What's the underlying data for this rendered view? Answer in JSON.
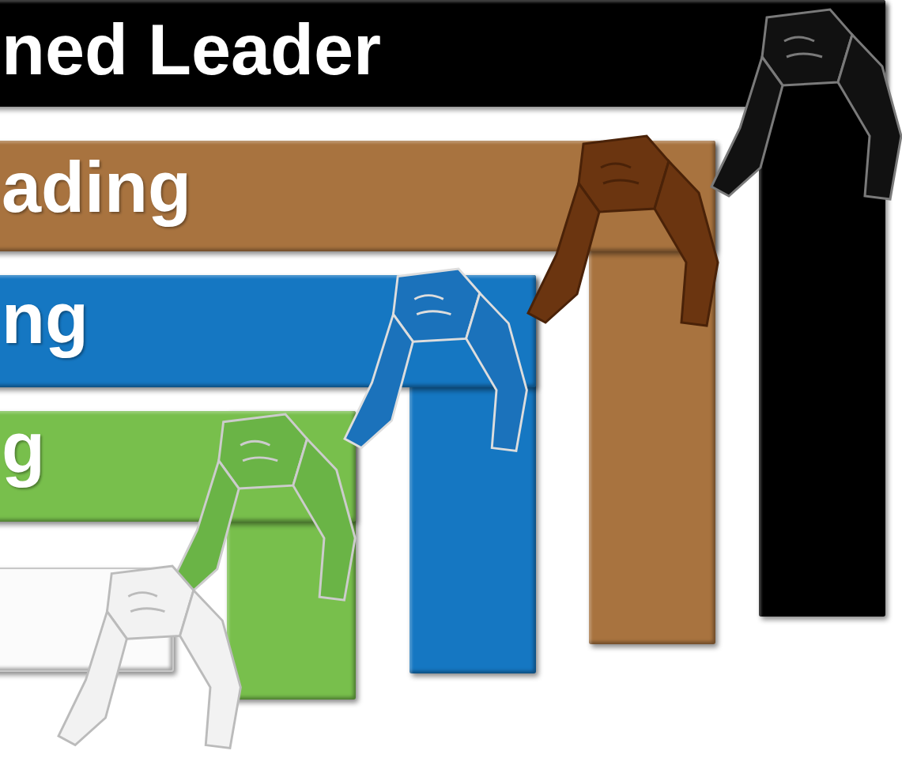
{
  "diagram": {
    "nodes": [
      {
        "text": [
          "ned Leader"
        ]
      },
      {
        "text": [
          "ading"
        ]
      },
      {
        "text": [
          "ng"
        ]
      },
      {
        "text": [
          "g"
        ]
      }
    ]
  }
}
